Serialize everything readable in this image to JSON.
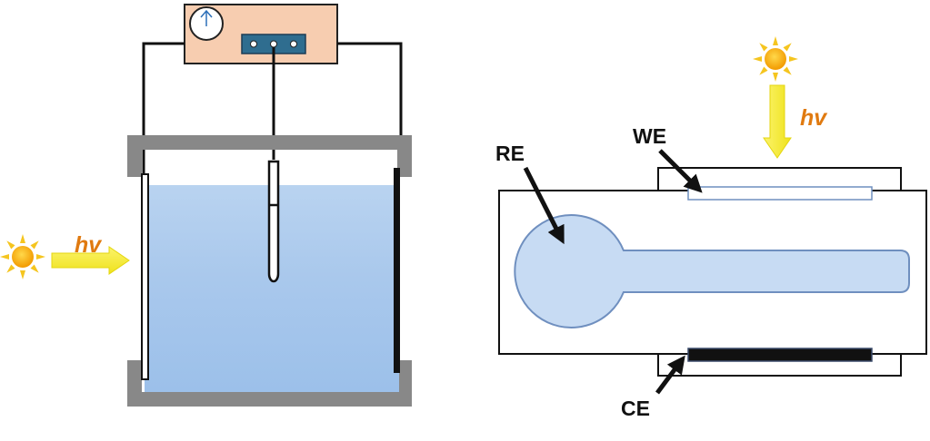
{
  "left_cell": {
    "light_label": "hv"
  },
  "right_cell": {
    "light_label": "hv",
    "labels": {
      "reference_electrode": "RE",
      "working_electrode": "WE",
      "counter_electrode": "CE"
    }
  },
  "colors": {
    "electrolyte": "#a9c8ec",
    "electrolyte_light": "#c7dbf3",
    "electrolyte_outline": "#6f8fbf",
    "potentiostat_body": "#f7cdb0",
    "connector_panel": "#2f6d8f",
    "cell_frame": "#888888",
    "light_arrow": "#f7ee3a",
    "light_label_color": "#e07a10",
    "sun_core": "#f5a800",
    "sun_rays": "#f5c51f"
  }
}
